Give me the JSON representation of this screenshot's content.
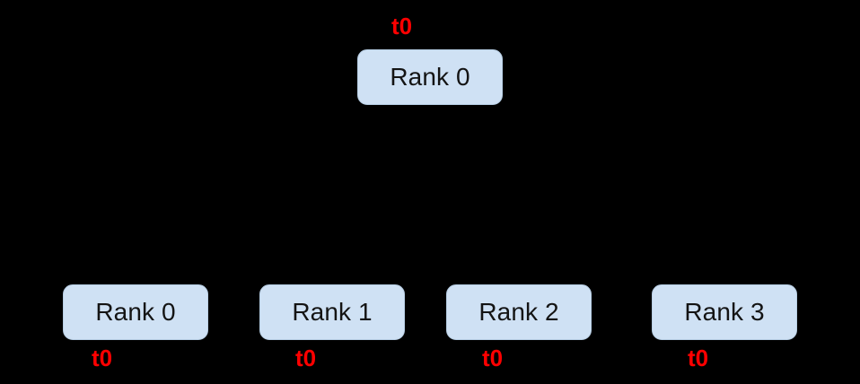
{
  "diagram": {
    "background_color": "#000000",
    "node_fill_color": "#cfe1f4",
    "node_border_color": "#b6cde3",
    "node_text_color": "#141414",
    "time_label_color": "#ff0000",
    "root": {
      "node_label": "Rank 0",
      "time_label": "t0"
    },
    "leaves": [
      {
        "node_label": "Rank 0",
        "time_label": "t0"
      },
      {
        "node_label": "Rank 1",
        "time_label": "t0"
      },
      {
        "node_label": "Rank 2",
        "time_label": "t0"
      },
      {
        "node_label": "Rank 3",
        "time_label": "t0"
      }
    ]
  }
}
